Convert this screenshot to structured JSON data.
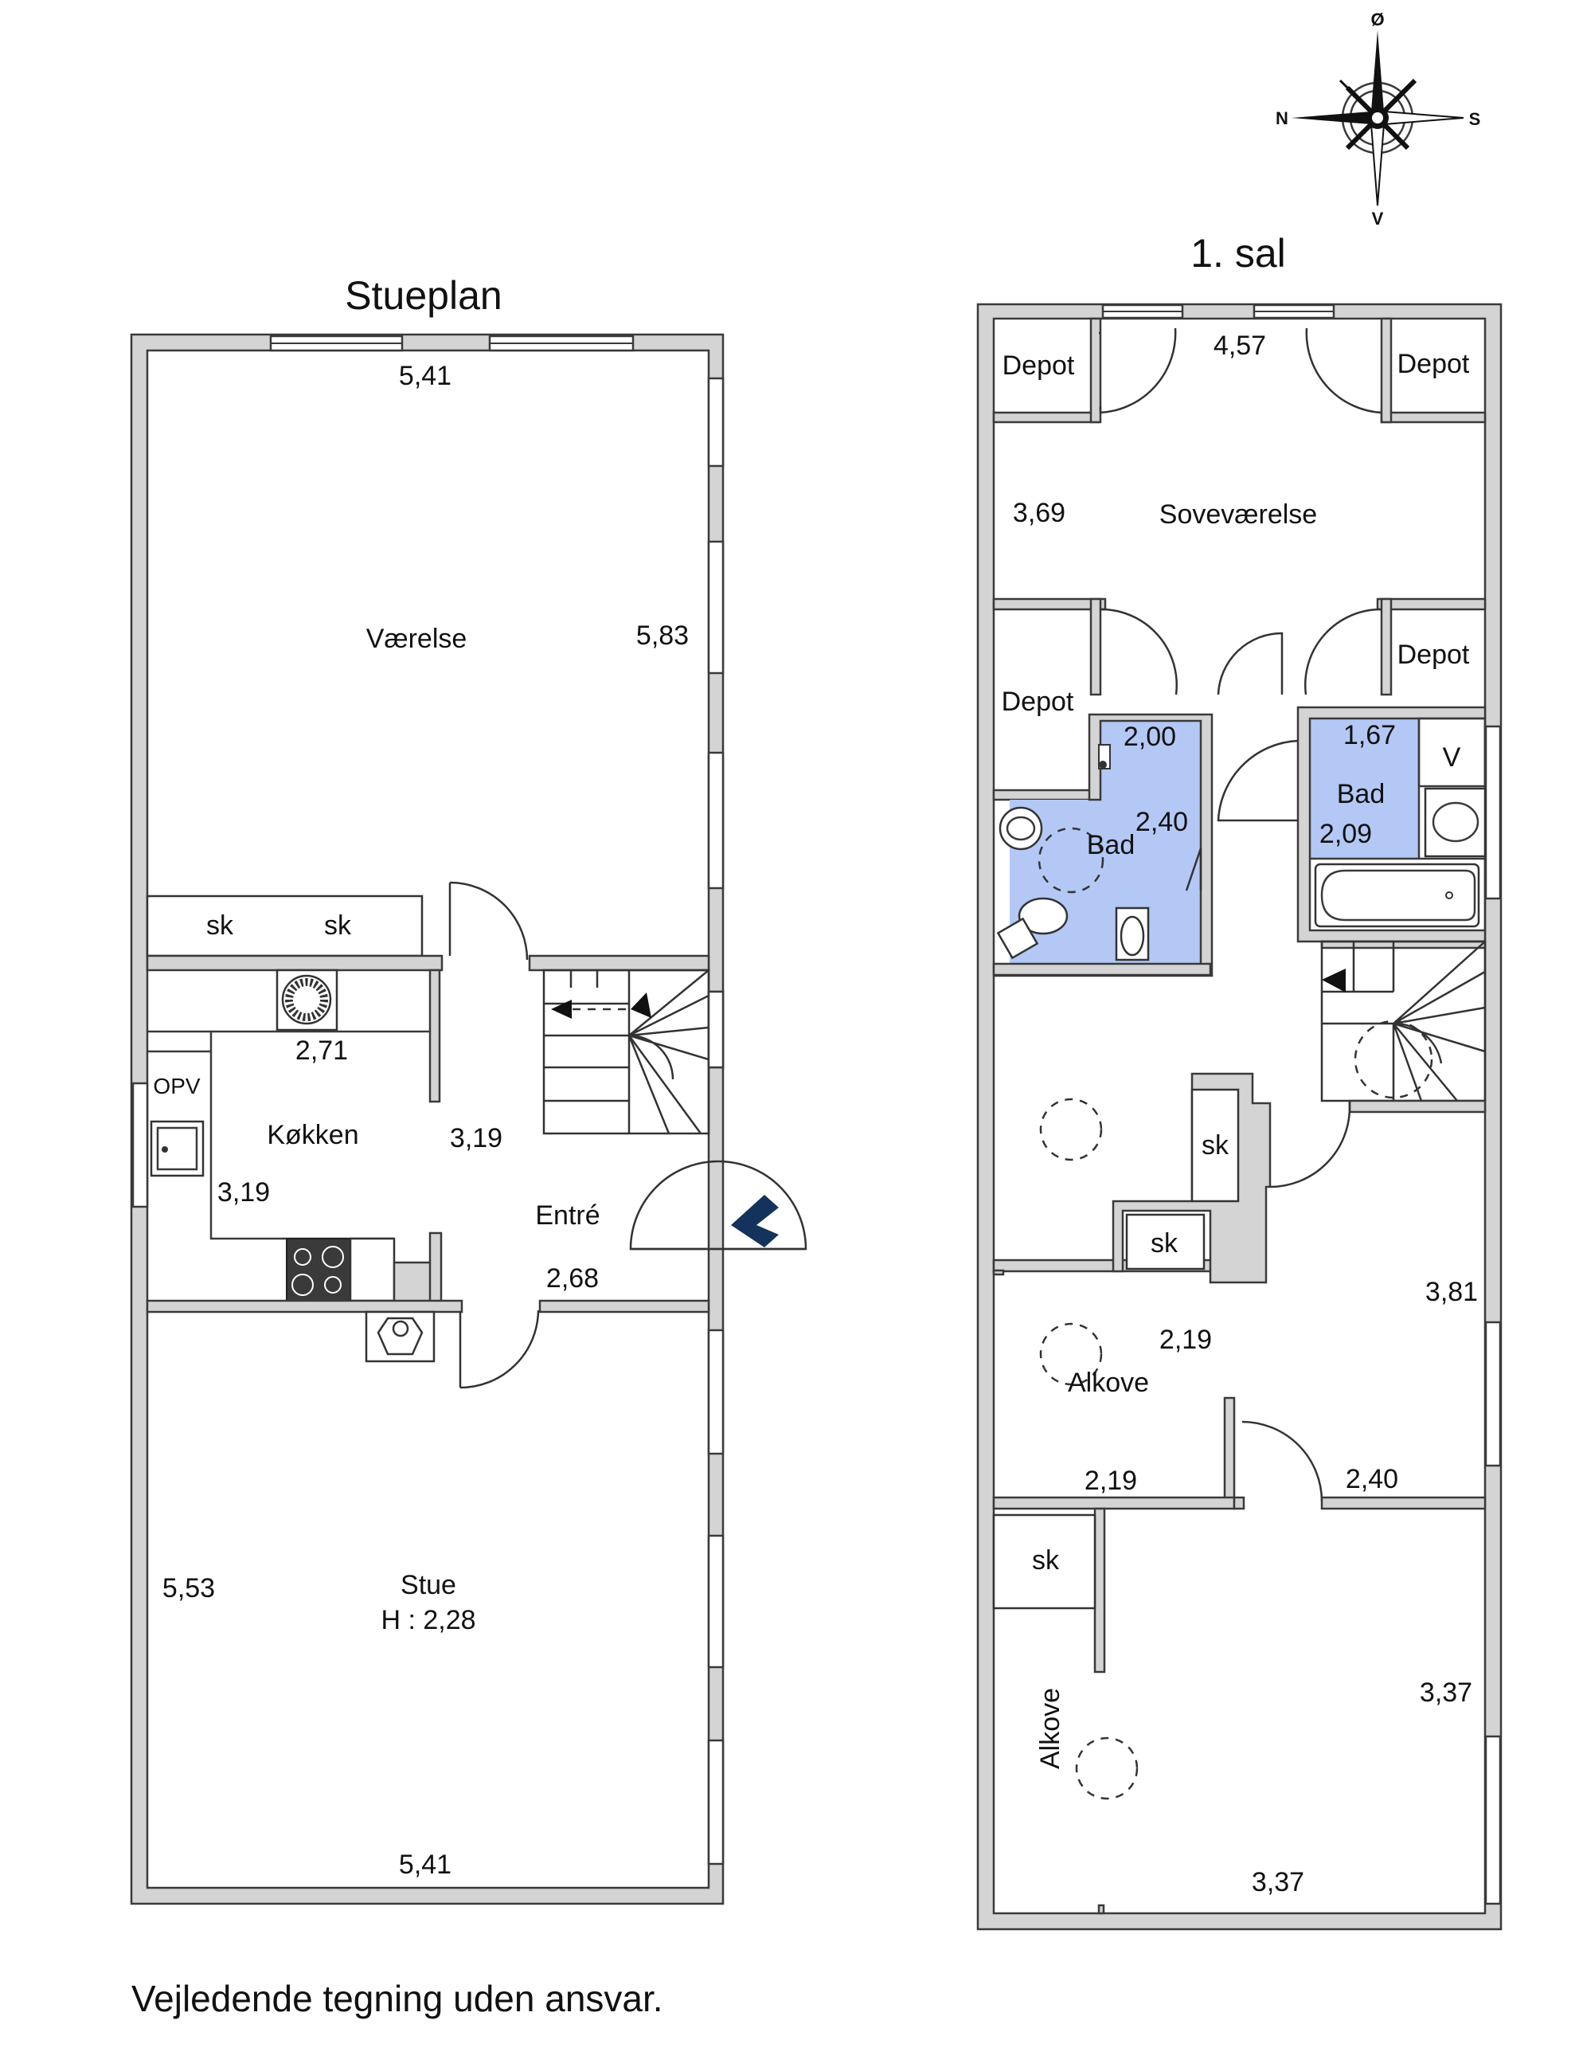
{
  "floors": {
    "ground": {
      "title": "Stueplan",
      "rooms": {
        "vaerelse": "Værelse",
        "kokken": "Køkken",
        "entre": "Entré",
        "stue": "Stue",
        "stue_height": "H : 2,28",
        "opv": "OPV",
        "sk1": "sk",
        "sk2": "sk"
      },
      "dims": {
        "top_width": "5,41",
        "vaerelse_depth": "5,83",
        "kitchen_width": "2,71",
        "kitchen_depth": "3,19",
        "kitchen_length": "3,19",
        "entre_width": "2,68",
        "stue_depth": "5,53",
        "bottom_width": "5,41"
      }
    },
    "first": {
      "title": "1. sal",
      "rooms": {
        "depot_tl": "Depot",
        "depot_tr": "Depot",
        "sovevaerelse": "Soveværelse",
        "depot_ml": "Depot",
        "depot_mr": "Depot",
        "bad_left": "Bad",
        "bad_right": "Bad",
        "v": "V",
        "sk_a": "sk",
        "sk_b": "sk",
        "alkove1": "Alkove",
        "sk_c": "sk",
        "alkove2": "Alkove"
      },
      "dims": {
        "top_width": "4,57",
        "sove_depth": "3,69",
        "bad_left_w": "2,00",
        "bad_left_d": "2,40",
        "bad_right_w": "1,67",
        "bad_right_d": "2,09",
        "hall_depth": "3,81",
        "alkove_w": "2,19",
        "alkove_bottom": "2,19",
        "alkove_right": "2,40",
        "bottom_depth": "3,37",
        "bottom_width": "3,37"
      }
    }
  },
  "compass": {
    "n": "N",
    "s": "S",
    "o": "Ø",
    "v": "V"
  },
  "footer": "Vejledende tegning uden ansvar.",
  "colors": {
    "bath": "#b3c8f5",
    "wall": "#d4d4d4",
    "entry_arrow": "#14335c"
  }
}
